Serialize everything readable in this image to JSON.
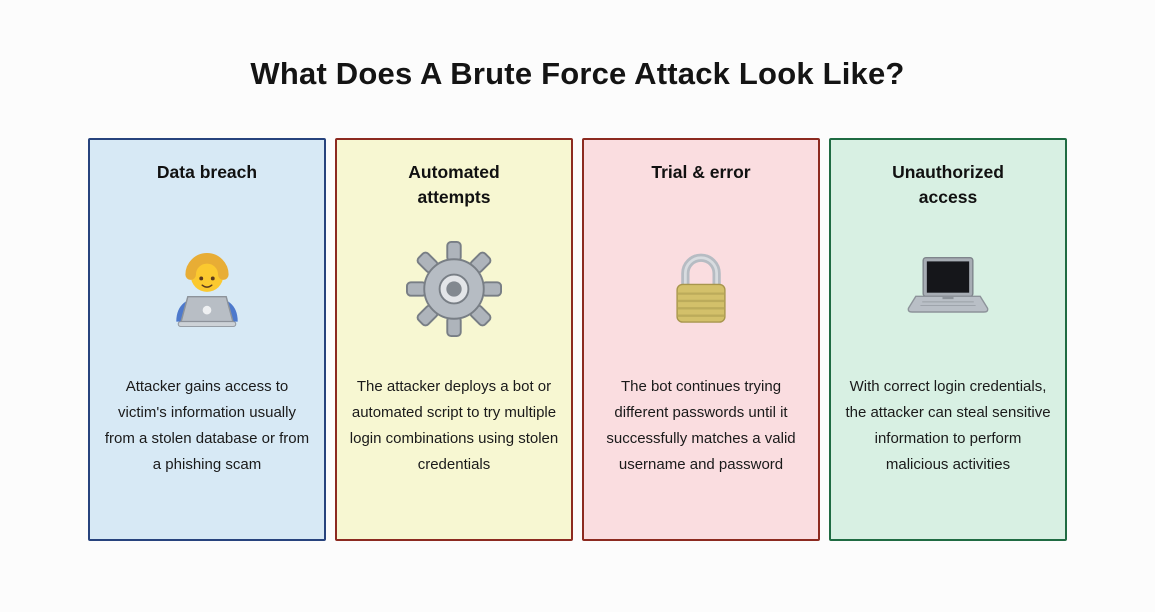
{
  "page": {
    "title": "What Does A Brute Force Attack Look Like?",
    "background_color": "#fcfcfc"
  },
  "cards": [
    {
      "heading": "Data breach",
      "icon": "technologist-emoji-icon",
      "description": "Attacker gains access to victim's information usually from a stolen database or from a phishing scam",
      "bg_color": "#d7e9f5",
      "border_color": "#27437d"
    },
    {
      "heading": "Automated attempts",
      "icon": "gear-icon",
      "description": "The attacker deploys a bot or automated script to try multiple login combinations using stolen credentials",
      "bg_color": "#f7f7d2",
      "border_color": "#8c2a20"
    },
    {
      "heading": "Trial & error",
      "icon": "padlock-icon",
      "description": "The bot continues trying different passwords until it successfully matches a valid username and password",
      "bg_color": "#fadde0",
      "border_color": "#8c2a20"
    },
    {
      "heading": "Unauthorized access",
      "icon": "laptop-icon",
      "description": "With correct login credentials, the attacker can steal sensitive information to perform malicious activities",
      "bg_color": "#d8f0e3",
      "border_color": "#1f6b42"
    }
  ]
}
